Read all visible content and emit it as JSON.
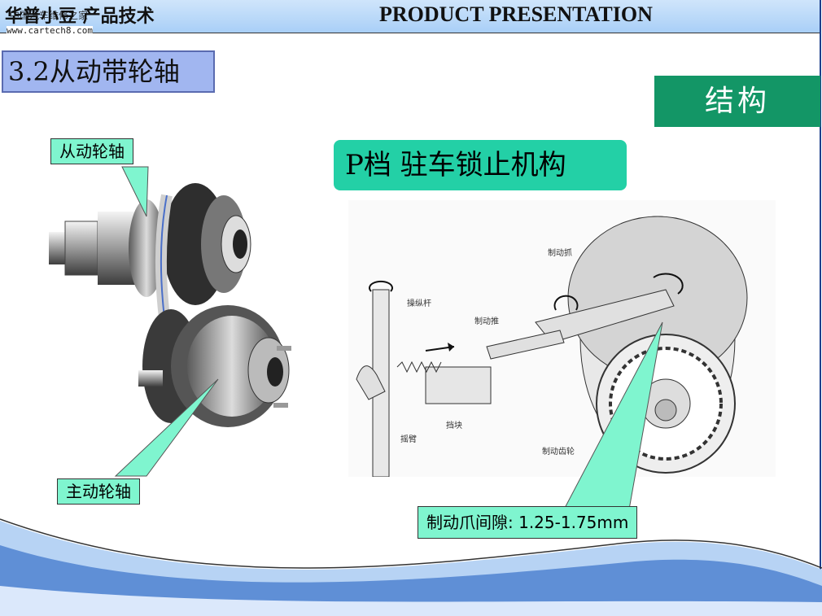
{
  "header": {
    "brand": "华普小豆 产品技术",
    "watermark_cn": "中国汽车维修之家",
    "watermark_url": "www.cartech8.com",
    "title": "PRODUCT PRESENTATION"
  },
  "slide": {
    "section_title": "3.2从动带轮轴",
    "tag": "结构",
    "p_gear_title": "P档   驻车锁止机构",
    "callouts": {
      "driven_shaft": "从动轮轴",
      "drive_shaft": "主动轮轴",
      "pawl_gap": "制动爪间隙: 1.25-1.75mm"
    },
    "diagram_labels": {
      "pawl": "制动抓",
      "lever": "操纵杆",
      "push": "制动推",
      "stop_block": "挡块",
      "rocker_arm": "摇臂",
      "park_gear": "制动齿轮"
    }
  },
  "colors": {
    "header_bg": "#a9cff7",
    "section_bg": "#a1b6f0",
    "tag_bg": "#139666",
    "callout_bg": "#7ff5cf",
    "title_box_bg": "#23d0a6"
  }
}
